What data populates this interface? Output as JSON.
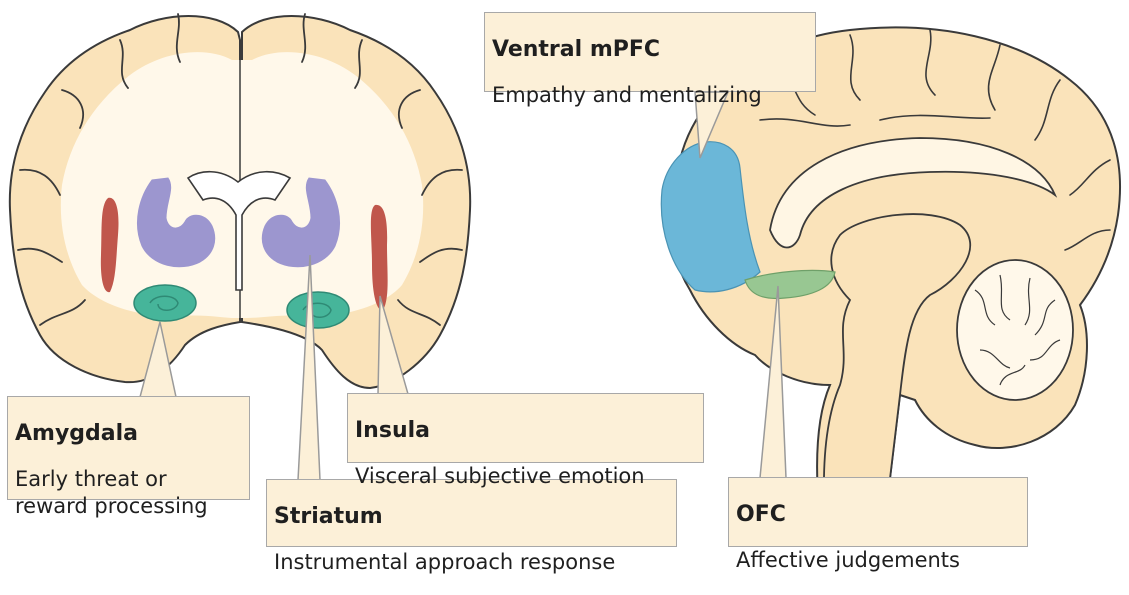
{
  "colors": {
    "brain_fill": "#fae3ba",
    "outline": "#3a3a3a",
    "amygdala": "#46b59a",
    "striatum": "#9c96cf",
    "insula": "#c0574c",
    "ventral_mpfc": "#6bb7d8",
    "ofc": "#98c792",
    "label_fill": "#fcf0d8"
  },
  "labels": {
    "amygdala": {
      "title": "Amygdala",
      "desc": "Early threat or\nreward processing"
    },
    "striatum": {
      "title": "Striatum",
      "desc": "Instrumental approach response"
    },
    "insula": {
      "title": "Insula",
      "desc": "Visceral subjective emotion"
    },
    "ventral_mpfc": {
      "title": "Ventral mPFC",
      "desc": "Empathy and mentalizing"
    },
    "ofc": {
      "title": "OFC",
      "desc": "Affective judgements"
    }
  }
}
